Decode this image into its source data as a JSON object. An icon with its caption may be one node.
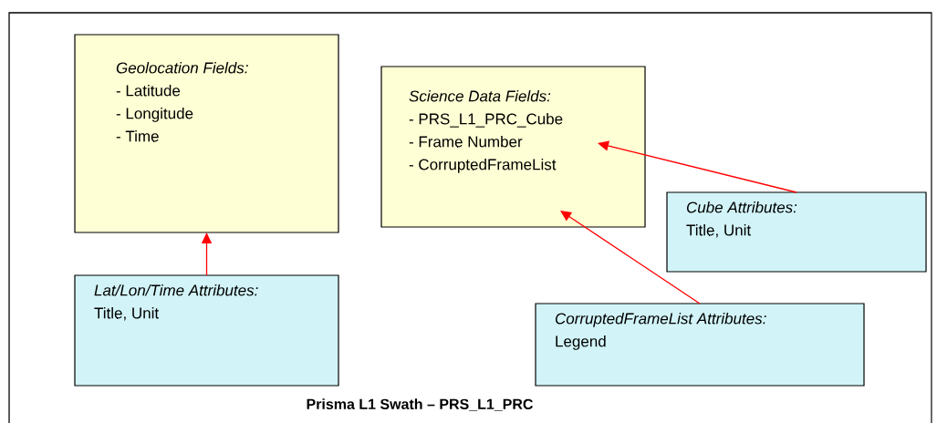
{
  "diagram": {
    "nodes": [
      {
        "text": [
          "Prisma L1 Swath – PRS_L1_PRC"
        ]
      },
      {
        "text": [
          "Geolocation Fields:",
          "- Latitude",
          "- Longitude",
          "- Time"
        ],
        "in": 0
      },
      {
        "text": [
          "Science Data Fields:",
          "- PRS_L1_PRC_Cube",
          "- Frame Number",
          "- CorruptedFrameList"
        ],
        "in": 0
      },
      {
        "text": [
          "Lat/Lon/Time Attributes:",
          "Title, Unit"
        ],
        "in": 0
      },
      {
        "text": [
          "Cube Attributes:",
          "Title, Unit"
        ],
        "in": 0
      },
      {
        "text": [
          "CorruptedFrameList Attributes:",
          "Legend"
        ],
        "in": 0
      }
    ],
    "edges": [
      {
        "from": 3,
        "to": 1,
        "arrow": "to",
        "color": "#ff0000"
      },
      {
        "from": 4,
        "to": 2,
        "arrow": "to",
        "color": "#ff0000"
      },
      {
        "from": 5,
        "to": 2,
        "arrow": "to",
        "color": "#ff0000"
      }
    ]
  }
}
